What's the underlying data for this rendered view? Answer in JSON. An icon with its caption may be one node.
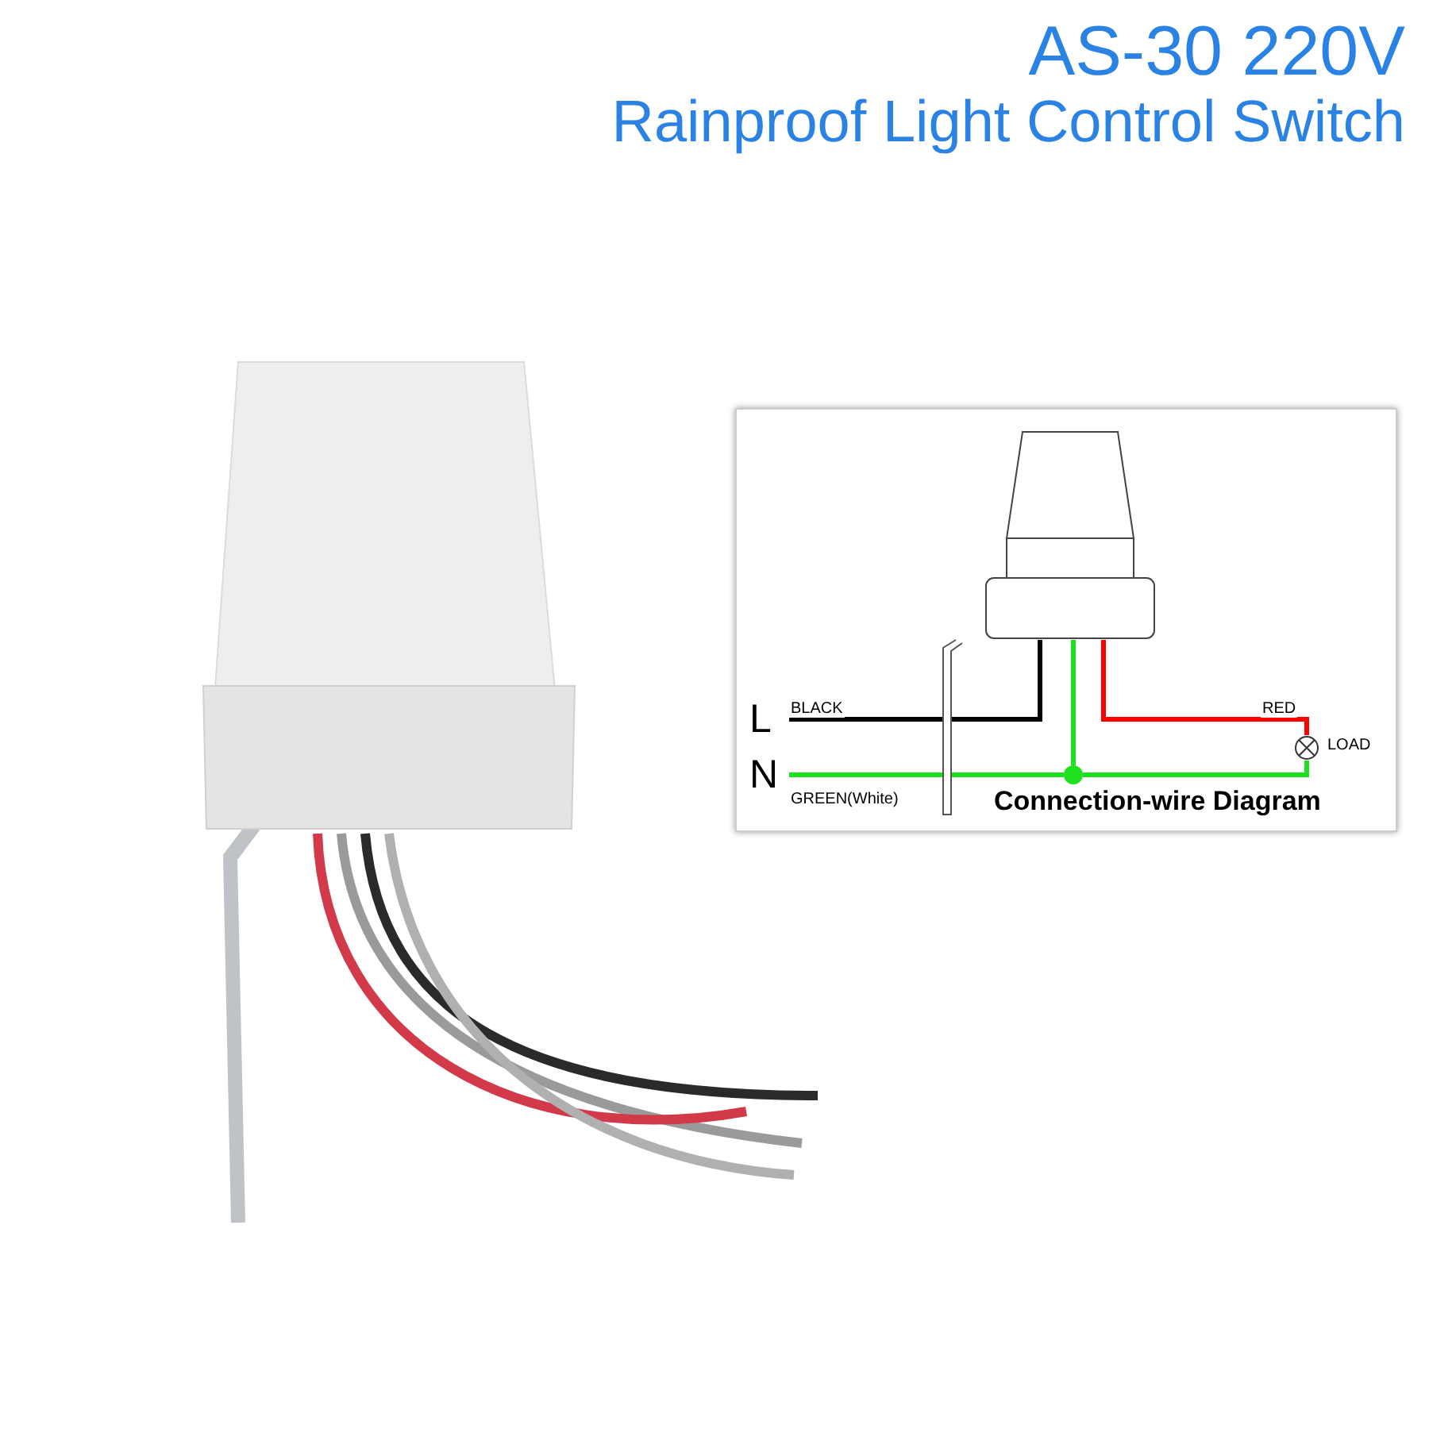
{
  "diagram": {
    "title": "AS-30 220V",
    "caption": "Rainproof Light Control Switch",
    "nodes": [
      {
        "text": [
          "Connection-wire Diagram"
        ]
      },
      {
        "text": [
          "L"
        ],
        "in": 0
      },
      {
        "text": [
          "N"
        ],
        "in": 0
      },
      {
        "text": [],
        "shape": "picture",
        "in": 0
      },
      {
        "text": [],
        "shape": "circle",
        "in": 0
      },
      {
        "text": [
          "LOAD"
        ],
        "in": 0
      }
    ],
    "edges": [
      {
        "from": 1,
        "to": 3,
        "arrow": "none",
        "label": "BLACK",
        "color": "#000000"
      },
      {
        "from": 4,
        "to": 3,
        "arrow": "none"
      },
      {
        "from": 3,
        "to": 5,
        "arrow": "none",
        "label": "RED",
        "color": "#ff0000"
      },
      {
        "from": 2,
        "to": 4,
        "arrow": "none",
        "label": "GREEN(White)"
      },
      {
        "from": 4,
        "to": 5,
        "arrow": "none"
      }
    ]
  }
}
